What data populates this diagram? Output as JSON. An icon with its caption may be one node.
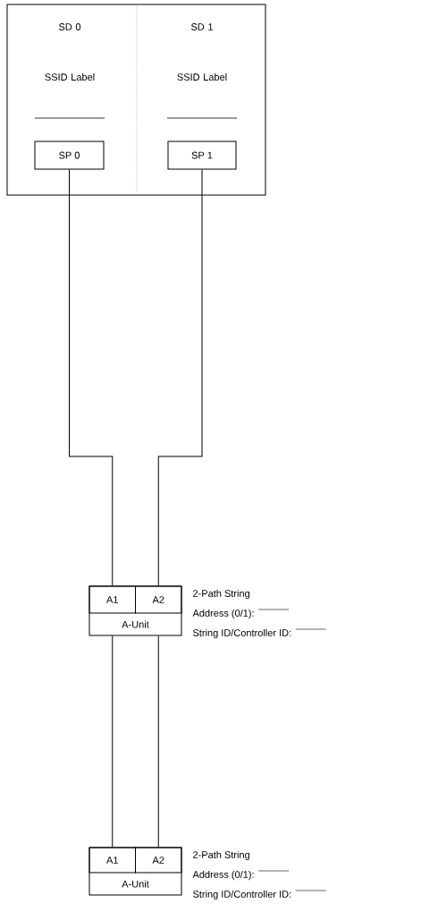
{
  "diagram": {
    "nodes": [
      {
        "text": [
          "SD 0",
          "SSID Label",
          "SD 1",
          "SSID Label"
        ]
      },
      {
        "text": [
          "SP 0"
        ],
        "in": 0
      },
      {
        "text": [
          "SP 1"
        ],
        "in": 0
      },
      {
        "text": [
          "A-Unit"
        ],
        "beside": [
          "2-Path String",
          "Address (0/1):",
          "String ID/Controller ID:"
        ]
      },
      {
        "text": [
          "A1"
        ],
        "in": 3
      },
      {
        "text": [
          "A2"
        ],
        "in": 3
      },
      {
        "text": [
          "A-Unit"
        ],
        "beside": [
          "2-Path String",
          "Address (0/1):",
          "String ID/Controller ID:"
        ]
      },
      {
        "text": [
          "A1"
        ],
        "in": 6
      },
      {
        "text": [
          "A2"
        ],
        "in": 6
      }
    ],
    "edges": [
      {
        "from": 1,
        "to": 4,
        "arrow": "none"
      },
      {
        "from": 2,
        "to": 5,
        "arrow": "none"
      },
      {
        "from": 4,
        "to": 7,
        "arrow": "none"
      },
      {
        "from": 5,
        "to": 8,
        "arrow": "none"
      }
    ]
  }
}
